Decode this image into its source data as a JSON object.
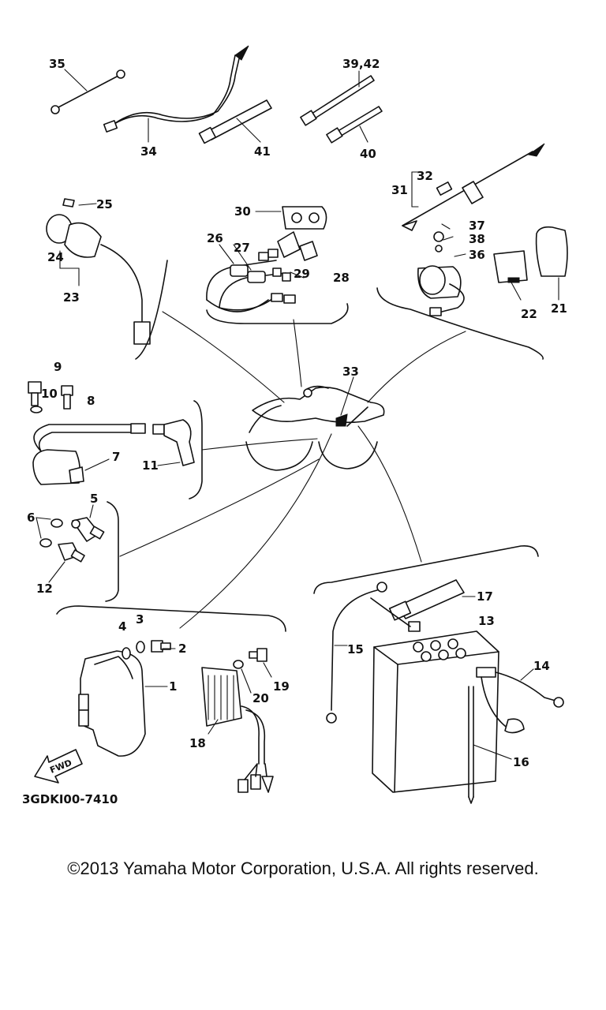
{
  "diagram": {
    "code": "3GDKI00-7410",
    "fwd_label": "FWD",
    "callouts": [
      "1",
      "2",
      "3",
      "4",
      "5",
      "6",
      "7",
      "8",
      "9",
      "10",
      "11",
      "12",
      "13",
      "14",
      "15",
      "16",
      "17",
      "18",
      "19",
      "20",
      "21",
      "22",
      "23",
      "24",
      "25",
      "26",
      "27",
      "28",
      "29",
      "30",
      "31",
      "32",
      "33",
      "34",
      "35",
      "36",
      "37",
      "38",
      "39,42",
      "40",
      "41"
    ]
  },
  "footer": {
    "copyright": "©2013 Yamaha Motor Corporation, U.S.A. All rights reserved."
  }
}
